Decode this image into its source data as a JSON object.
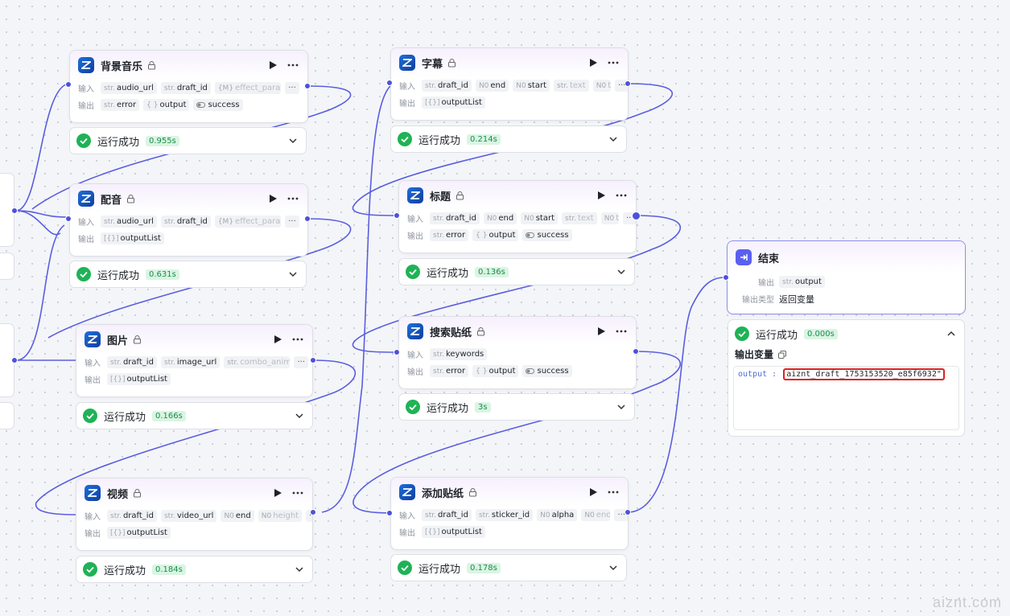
{
  "labels": {
    "input": "输入",
    "output": "输出",
    "output_type": "输出类型",
    "success": "运行成功"
  },
  "nodes": {
    "bgm": {
      "title": "背景音乐",
      "inputs": [
        {
          "t": "str.",
          "n": "audio_url"
        },
        {
          "t": "str.",
          "n": "draft_id"
        },
        {
          "t": "{M}",
          "n": "effect_params"
        }
      ],
      "outputs": [
        {
          "t": "str.",
          "n": "error"
        },
        {
          "t": "{ }",
          "n": "output"
        },
        {
          "t": "",
          "n": "success"
        }
      ],
      "time": "0.955s"
    },
    "voice": {
      "title": "配音",
      "inputs": [
        {
          "t": "str.",
          "n": "audio_url"
        },
        {
          "t": "str.",
          "n": "draft_id"
        },
        {
          "t": "{M}",
          "n": "effect_params"
        }
      ],
      "outputs": [
        {
          "t": "[{}]",
          "n": "outputList"
        }
      ],
      "time": "0.631s"
    },
    "image": {
      "title": "图片",
      "inputs": [
        {
          "t": "str.",
          "n": "draft_id"
        },
        {
          "t": "str.",
          "n": "image_url"
        },
        {
          "t": "str.",
          "n": "combo_animation"
        }
      ],
      "outputs": [
        {
          "t": "[{}]",
          "n": "outputList"
        }
      ],
      "time": "0.166s"
    },
    "video": {
      "title": "视频",
      "inputs": [
        {
          "t": "str.",
          "n": "draft_id"
        },
        {
          "t": "str.",
          "n": "video_url"
        },
        {
          "t": "N0",
          "n": "end"
        },
        {
          "t": "N0",
          "n": "height"
        }
      ],
      "outputs": [
        {
          "t": "[{}]",
          "n": "outputList"
        }
      ],
      "time": "0.184s"
    },
    "subtitle": {
      "title": "字幕",
      "inputs": [
        {
          "t": "str.",
          "n": "draft_id"
        },
        {
          "t": "N0",
          "n": "end"
        },
        {
          "t": "N0",
          "n": "start"
        },
        {
          "t": "str.",
          "n": "text"
        },
        {
          "t": "N0",
          "n": "t"
        }
      ],
      "outputs": [
        {
          "t": "[{}]",
          "n": "outputList"
        }
      ],
      "time": "0.214s"
    },
    "headline": {
      "title": "标题",
      "inputs": [
        {
          "t": "str.",
          "n": "draft_id"
        },
        {
          "t": "N0",
          "n": "end"
        },
        {
          "t": "N0",
          "n": "start"
        },
        {
          "t": "str.",
          "n": "text"
        },
        {
          "t": "N0",
          "n": "t"
        }
      ],
      "outputs": [
        {
          "t": "str.",
          "n": "error"
        },
        {
          "t": "{ }",
          "n": "output"
        },
        {
          "t": "",
          "n": "success"
        }
      ],
      "time": "0.136s"
    },
    "sticker_search": {
      "title": "搜索贴纸",
      "inputs": [
        {
          "t": "str.",
          "n": "keywords"
        }
      ],
      "outputs": [
        {
          "t": "str.",
          "n": "error"
        },
        {
          "t": "{ }",
          "n": "output"
        },
        {
          "t": "",
          "n": "success"
        }
      ],
      "time": "3s"
    },
    "sticker_add": {
      "title": "添加贴纸",
      "inputs": [
        {
          "t": "str.",
          "n": "draft_id"
        },
        {
          "t": "str.",
          "n": "sticker_id"
        },
        {
          "t": "N0",
          "n": "alpha"
        },
        {
          "t": "N0",
          "n": "end"
        }
      ],
      "outputs": [
        {
          "t": "[{}]",
          "n": "outputList"
        }
      ],
      "time": "0.178s"
    }
  },
  "end_node": {
    "title": "结束",
    "output_tag_type": "str.",
    "output_tag_name": "output",
    "output_type_value": "返回变量",
    "time": "0.000s",
    "output_vars_title": "输出变量",
    "output_key": "output :",
    "output_value": "aiznt_draft_1753153520_e85f6932\""
  },
  "watermark": "aiznt.com",
  "colors": {
    "edge": "#5a5ee0",
    "port": "#4e52d8",
    "success": "#1fb256",
    "highlight": "#e02020"
  }
}
